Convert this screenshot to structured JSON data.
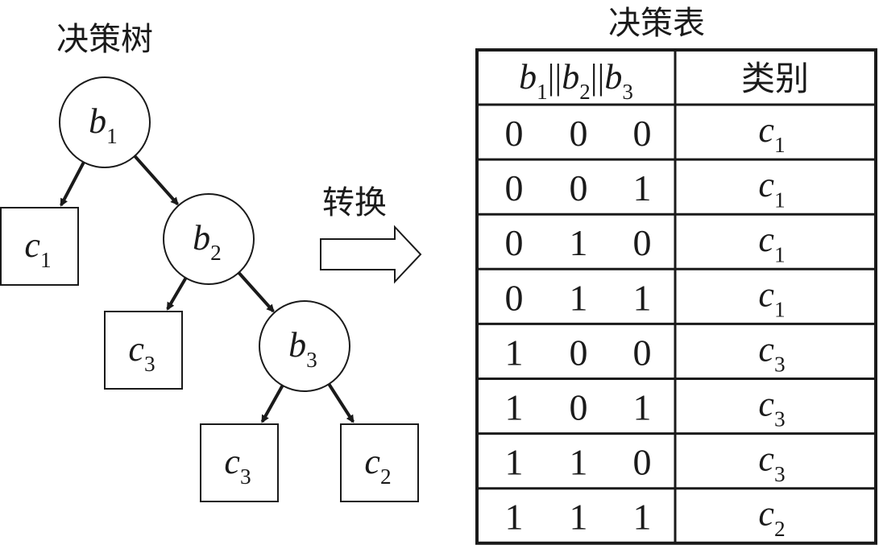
{
  "tree": {
    "title": "决策树",
    "nodes": [
      {
        "id": "b1",
        "kind": "decision",
        "var": "b",
        "sub": "1"
      },
      {
        "id": "b2",
        "kind": "decision",
        "var": "b",
        "sub": "2"
      },
      {
        "id": "b3",
        "kind": "decision",
        "var": "b",
        "sub": "3"
      },
      {
        "id": "leaf1",
        "kind": "leaf",
        "var": "c",
        "sub": "1"
      },
      {
        "id": "leaf2",
        "kind": "leaf",
        "var": "c",
        "sub": "3"
      },
      {
        "id": "leaf3",
        "kind": "leaf",
        "var": "c",
        "sub": "3"
      },
      {
        "id": "leaf4",
        "kind": "leaf",
        "var": "c",
        "sub": "2"
      }
    ],
    "edges": [
      {
        "from": "b1",
        "to": "leaf1"
      },
      {
        "from": "b1",
        "to": "b2"
      },
      {
        "from": "b2",
        "to": "leaf2"
      },
      {
        "from": "b2",
        "to": "b3"
      },
      {
        "from": "b3",
        "to": "leaf3"
      },
      {
        "from": "b3",
        "to": "leaf4"
      }
    ]
  },
  "transform": {
    "label": "转换"
  },
  "table": {
    "title": "决策表",
    "header": {
      "bits": [
        {
          "var": "b",
          "sub": "1"
        },
        {
          "var": "b",
          "sub": "2"
        },
        {
          "var": "b",
          "sub": "3"
        }
      ],
      "separator": "||",
      "class_label": "类别"
    },
    "rows": [
      {
        "bits": [
          "0",
          "0",
          "0"
        ],
        "class": {
          "var": "c",
          "sub": "1"
        }
      },
      {
        "bits": [
          "0",
          "0",
          "1"
        ],
        "class": {
          "var": "c",
          "sub": "1"
        }
      },
      {
        "bits": [
          "0",
          "1",
          "0"
        ],
        "class": {
          "var": "c",
          "sub": "1"
        }
      },
      {
        "bits": [
          "0",
          "1",
          "1"
        ],
        "class": {
          "var": "c",
          "sub": "1"
        }
      },
      {
        "bits": [
          "1",
          "0",
          "0"
        ],
        "class": {
          "var": "c",
          "sub": "3"
        }
      },
      {
        "bits": [
          "1",
          "0",
          "1"
        ],
        "class": {
          "var": "c",
          "sub": "3"
        }
      },
      {
        "bits": [
          "1",
          "1",
          "0"
        ],
        "class": {
          "var": "c",
          "sub": "3"
        }
      },
      {
        "bits": [
          "1",
          "1",
          "1"
        ],
        "class": {
          "var": "c",
          "sub": "2"
        }
      }
    ]
  }
}
